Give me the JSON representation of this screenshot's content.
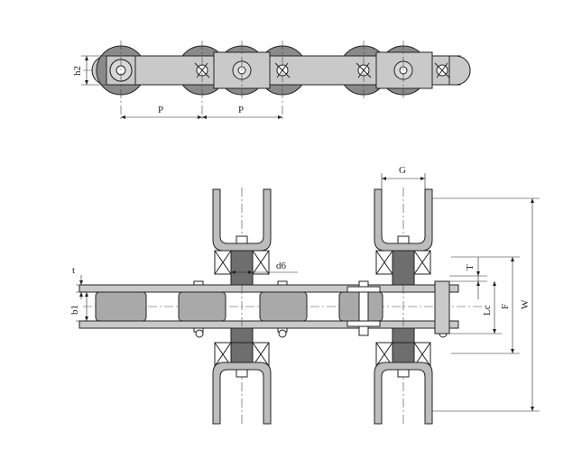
{
  "labels": {
    "h2": "h2",
    "p_left": "P",
    "p_right": "P",
    "g": "G",
    "t_left": "t",
    "b1": "b1",
    "d6": "d6",
    "t_right": "T",
    "lc": "Lc",
    "f": "F",
    "w": "W"
  }
}
